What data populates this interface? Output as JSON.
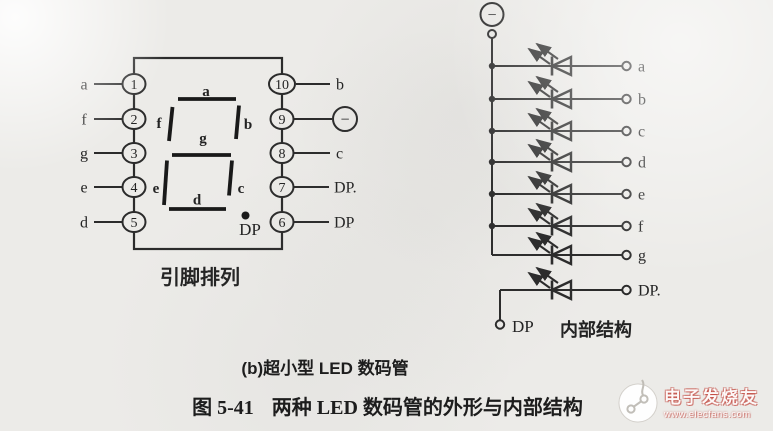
{
  "colors": {
    "background": "#ecebe8",
    "ink": "#2b2b2b",
    "watermark_red": "#c1453c"
  },
  "pinout": {
    "caption": "引脚排列",
    "left_pins": [
      {
        "number": "1",
        "label": "a"
      },
      {
        "number": "2",
        "label": "f"
      },
      {
        "number": "3",
        "label": "g"
      },
      {
        "number": "4",
        "label": "e"
      },
      {
        "number": "5",
        "label": "d"
      }
    ],
    "right_pins": [
      {
        "number": "10",
        "label": "b"
      },
      {
        "number": "9",
        "label": "−"
      },
      {
        "number": "8",
        "label": "c"
      },
      {
        "number": "7",
        "label": "DP."
      },
      {
        "number": "6",
        "label": "DP"
      }
    ],
    "display": {
      "segments": {
        "a": "a",
        "b": "b",
        "c": "c",
        "d": "d",
        "e": "e",
        "f": "f",
        "g": "g"
      },
      "dp_label": "DP"
    }
  },
  "internal": {
    "caption": "内部结构",
    "common_terminal": "−",
    "branches": [
      "a",
      "b",
      "c",
      "d",
      "e",
      "f",
      "g",
      "DP."
    ],
    "dp_pin": "DP"
  },
  "captions": {
    "subfigure": "(b)超小型 LED 数码管",
    "figure_number": "图 5-41",
    "figure_title": "两种 LED 数码管的外形与内部结构"
  },
  "watermark": {
    "brand": "电子发烧友",
    "url": "www.elecfans.com"
  }
}
